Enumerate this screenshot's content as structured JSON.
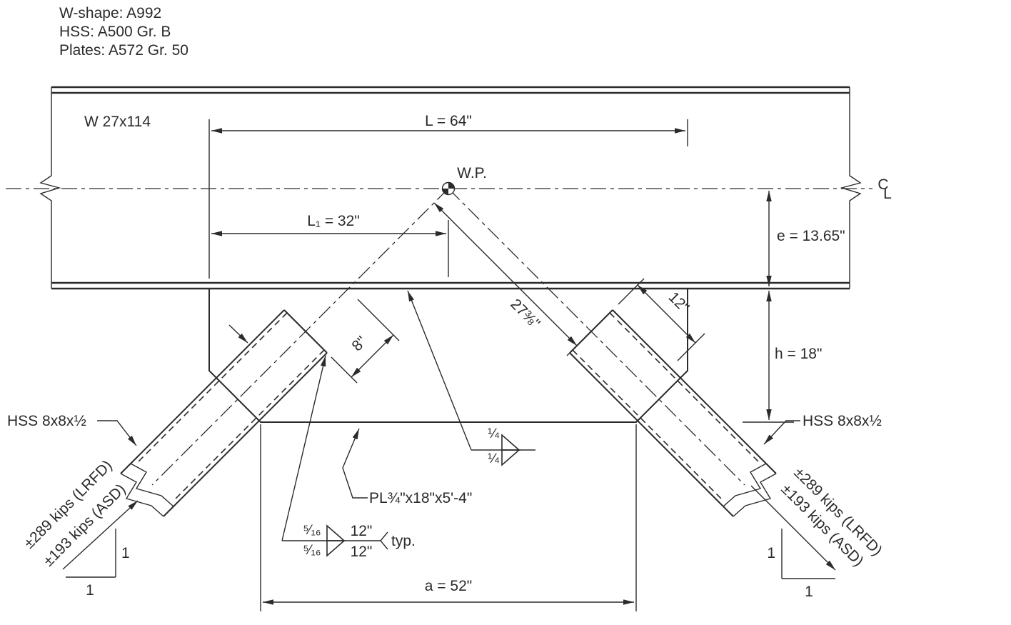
{
  "notes": {
    "line1": "W-shape: A992",
    "line2": "HSS: A500 Gr. B",
    "line3": "Plates: A572 Gr. 50"
  },
  "beam": {
    "label": "W 27x114"
  },
  "workpoint": {
    "label": "W.P."
  },
  "centerline_symbol": {
    "c": "C",
    "l": "L"
  },
  "dimensions": {
    "L": {
      "name": "L",
      "value": " = 64\""
    },
    "L1": {
      "name": "L₁",
      "value": " = 32\""
    },
    "e": {
      "name": "e",
      "value": " = 13.65\""
    },
    "h": {
      "name": "h",
      "value": " = 18\""
    },
    "a": {
      "name": "a",
      "value": " = 52\""
    },
    "setback": {
      "value": "27⅜\""
    },
    "brace_width": {
      "value": "8\""
    },
    "overlap": {
      "value": "12\""
    }
  },
  "gusset": {
    "label": "PL¾\"x18\"x5'-4\""
  },
  "braces": {
    "left": {
      "label": "HSS 8x8x½",
      "load_lrfd": "±289 kips (LRFD)",
      "load_asd": "±193 kips (ASD)",
      "slope_rise": "1",
      "slope_run": "1"
    },
    "right": {
      "label": "HSS 8x8x½",
      "load_lrfd": "±289 kips (LRFD)",
      "load_asd": "±193 kips (ASD)",
      "slope_rise": "1",
      "slope_run": "1"
    }
  },
  "welds": {
    "flange": {
      "size_top": "¼",
      "size_bottom": "¼"
    },
    "brace": {
      "size_top": "⁵⁄₁₆",
      "size_bottom": "⁵⁄₁₆",
      "length_top": "12\"",
      "length_bottom": "12\"",
      "note": "typ."
    }
  },
  "colors": {
    "line": "#2b2b2b",
    "background": "#ffffff"
  }
}
